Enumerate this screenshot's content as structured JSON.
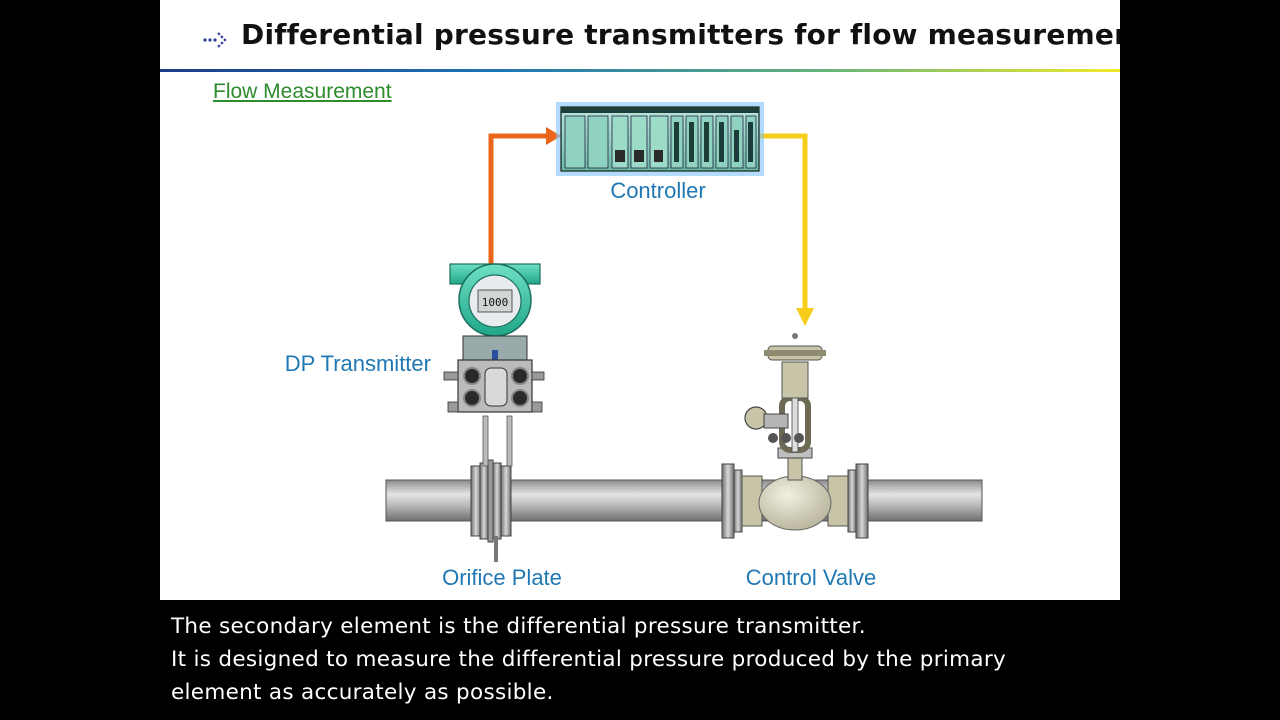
{
  "header": {
    "title": "Differential pressure transmitters for flow measurement"
  },
  "section": {
    "link_label": "Flow Measurement"
  },
  "diagram": {
    "labels": {
      "controller": "Controller",
      "dp_transmitter": "DP Transmitter",
      "orifice_plate": "Orifice Plate",
      "control_valve": "Control Valve"
    },
    "display_reading": "1000",
    "colors": {
      "signal_out": "#e8651a",
      "signal_in": "#f5cd1a",
      "labels": "#1f78b4",
      "device": "#3cc6a8"
    }
  },
  "caption": {
    "lines": [
      "The secondary element is the differential pressure transmitter.",
      "It is designed to measure the differential pressure produced by the primary",
      "element as accurately as possible."
    ]
  }
}
